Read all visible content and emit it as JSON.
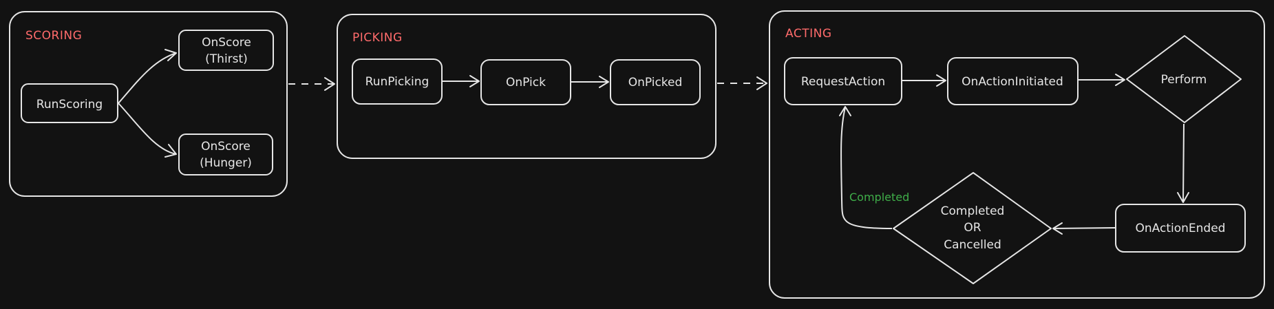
{
  "colors": {
    "background": "#121212",
    "stroke": "#e6e6e6",
    "section_title": "#ff6b6b",
    "edge_label": "#3fae49"
  },
  "sections": {
    "scoring": {
      "title": "SCORING"
    },
    "picking": {
      "title": "PICKING"
    },
    "acting": {
      "title": "ACTING"
    }
  },
  "nodes": {
    "run_scoring": {
      "lines": [
        "RunScoring"
      ]
    },
    "on_score_thirst": {
      "lines": [
        "OnScore",
        "(Thirst)"
      ]
    },
    "on_score_hunger": {
      "lines": [
        "OnScore",
        "(Hunger)"
      ]
    },
    "run_picking": {
      "lines": [
        "RunPicking"
      ]
    },
    "on_pick": {
      "lines": [
        "OnPick"
      ]
    },
    "on_picked": {
      "lines": [
        "OnPicked"
      ]
    },
    "request_action": {
      "lines": [
        "RequestAction"
      ]
    },
    "on_action_initiated": {
      "lines": [
        "OnActionInitiated"
      ]
    },
    "perform": {
      "lines": [
        "Perform"
      ]
    },
    "on_action_ended": {
      "lines": [
        "OnActionEnded"
      ]
    },
    "completed_or_cancelled": {
      "lines": [
        "Completed",
        "OR",
        "Cancelled"
      ]
    }
  },
  "edge_labels": {
    "completed": "Completed"
  }
}
